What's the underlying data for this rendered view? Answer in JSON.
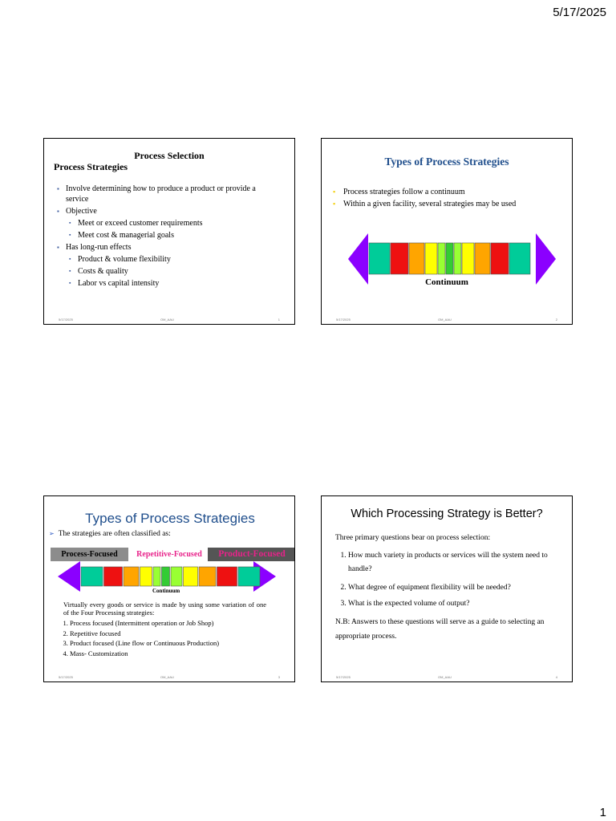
{
  "page": {
    "date": "5/17/2025",
    "number": "1"
  },
  "slides": [
    {
      "title": "Process Selection",
      "subtitle": "Process Strategies",
      "bullets": [
        {
          "level": 1,
          "text": "Involve determining how to produce a product or provide a service"
        },
        {
          "level": 1,
          "text": "Objective"
        },
        {
          "level": 2,
          "text": "Meet or exceed customer requirements"
        },
        {
          "level": 2,
          "text": "Meet cost & managerial goals"
        },
        {
          "level": 1,
          "text": "Has long-run effects"
        },
        {
          "level": 2,
          "text": "Product & volume flexibility"
        },
        {
          "level": 2,
          "text": "Costs & quality"
        },
        {
          "level": 2,
          "text": "Labor vs capital intensity"
        }
      ],
      "footer": {
        "date": "5/17/2025",
        "center": "OM_AAU",
        "number": "1"
      }
    },
    {
      "title": "Types of Process Strategies",
      "bullets": [
        "Process strategies follow a continuum",
        "Within a given facility, several strategies may be used"
      ],
      "continuum_label": "Continuum",
      "footer": {
        "date": "5/17/2025",
        "center": "OM_AAU",
        "number": "2"
      }
    },
    {
      "title": "Types of Process Strategies",
      "intro": "The strategies are often classified as:",
      "labels": {
        "process": "Process-Focused",
        "repetitive": "Repetitive-Focused",
        "product": "Product-Focused"
      },
      "continuum_label": "Continuum",
      "paragraph": "Virtually every goods or service is made by using some variation of one of the Four Processing strategies:",
      "list": [
        "Process focused (Intermittent operation or Job Shop)",
        "Repetitive focused",
        "Product focused (Line flow or Continuous Production)",
        "Mass- Customization"
      ],
      "footer": {
        "date": "5/17/2025",
        "center": "OM_AAU",
        "number": "3"
      }
    },
    {
      "title": "Which Processing Strategy is Better?",
      "intro": "Three primary questions bear on process selection:",
      "questions": [
        "How much variety in products or services will the system need to handle?",
        "What degree of equipment flexibility will be needed?",
        "What is the expected volume of output?"
      ],
      "note": "N.B: Answers to these questions will serve as a guide to selecting an appropriate process.",
      "footer": {
        "date": "5/17/2025",
        "center": "OM_AAU",
        "number": "4"
      }
    }
  ],
  "colors": {
    "arrow": "#8b00ff",
    "title_blue": "#1f4e8c",
    "bullet_yellow": "#f3d21a",
    "repetitive_pink": "#e8228a",
    "process_label_bg": "#8c8c8c",
    "product_label_bg": "#555555",
    "continuum_blocks": [
      "#00cc99",
      "#ee1111",
      "#ffa500",
      "#ffff00",
      "#99ff33",
      "#33cc33",
      "#99ff33",
      "#ffff00",
      "#ffa500",
      "#ee1111",
      "#00cc99"
    ]
  }
}
